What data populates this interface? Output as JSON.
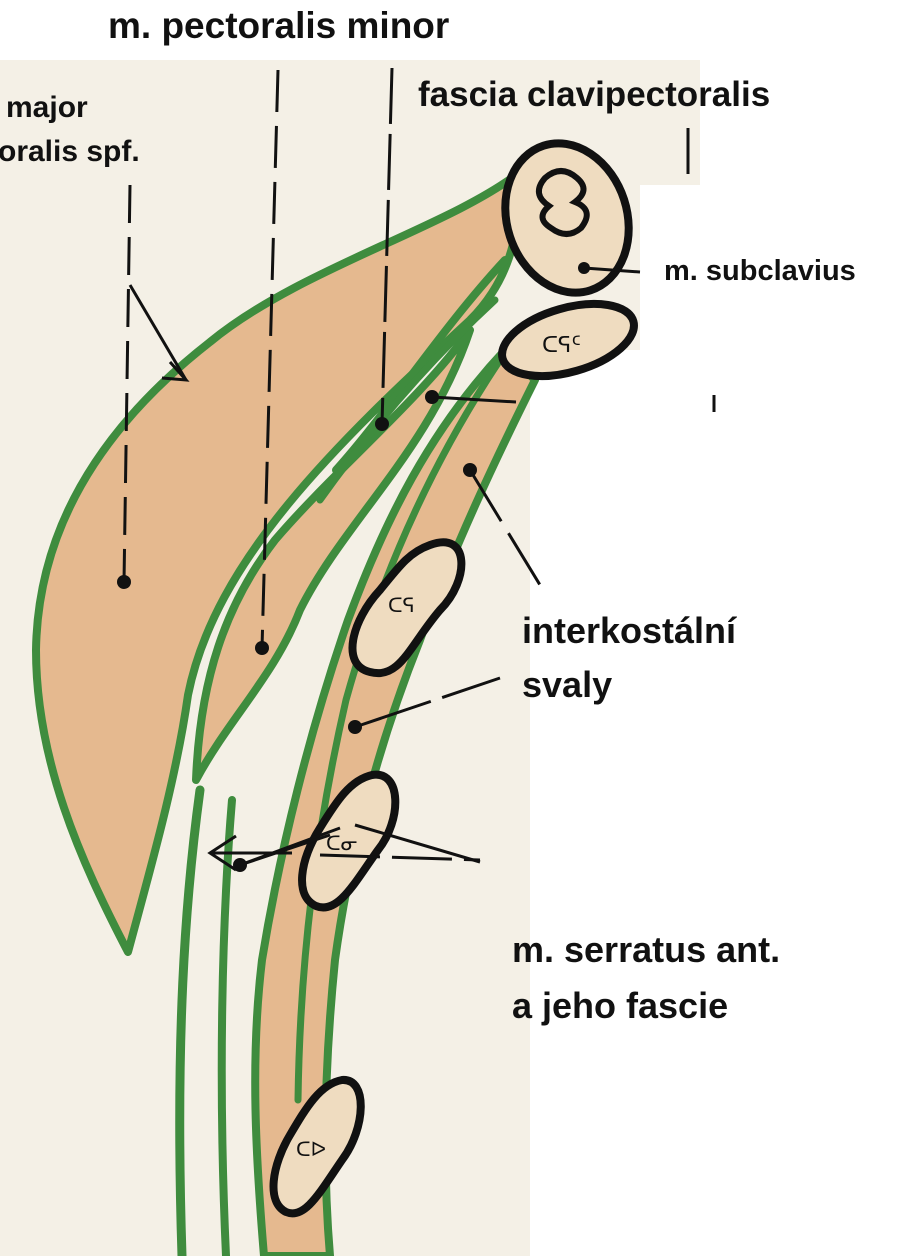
{
  "title": "m. pectoralis minor",
  "colors": {
    "muscle": "#e5b98f",
    "fascia": "#3f8c3e",
    "rib_fill": "#efdcc0",
    "rib_outline": "#111111",
    "paper": "#f4f0e6"
  },
  "labels": {
    "pectoralis_major_line1": "major",
    "pectoralis_major_line2": "oralis spf.",
    "fascia_clavipectoralis": "fascia clavipectoralis",
    "subclavius": "m. subclavius",
    "interkostalni_line1": "interkostální",
    "interkostalni_line2": "svaly",
    "serratus_line1": "m. serratus ant.",
    "serratus_line2": "a jeho fascie"
  }
}
